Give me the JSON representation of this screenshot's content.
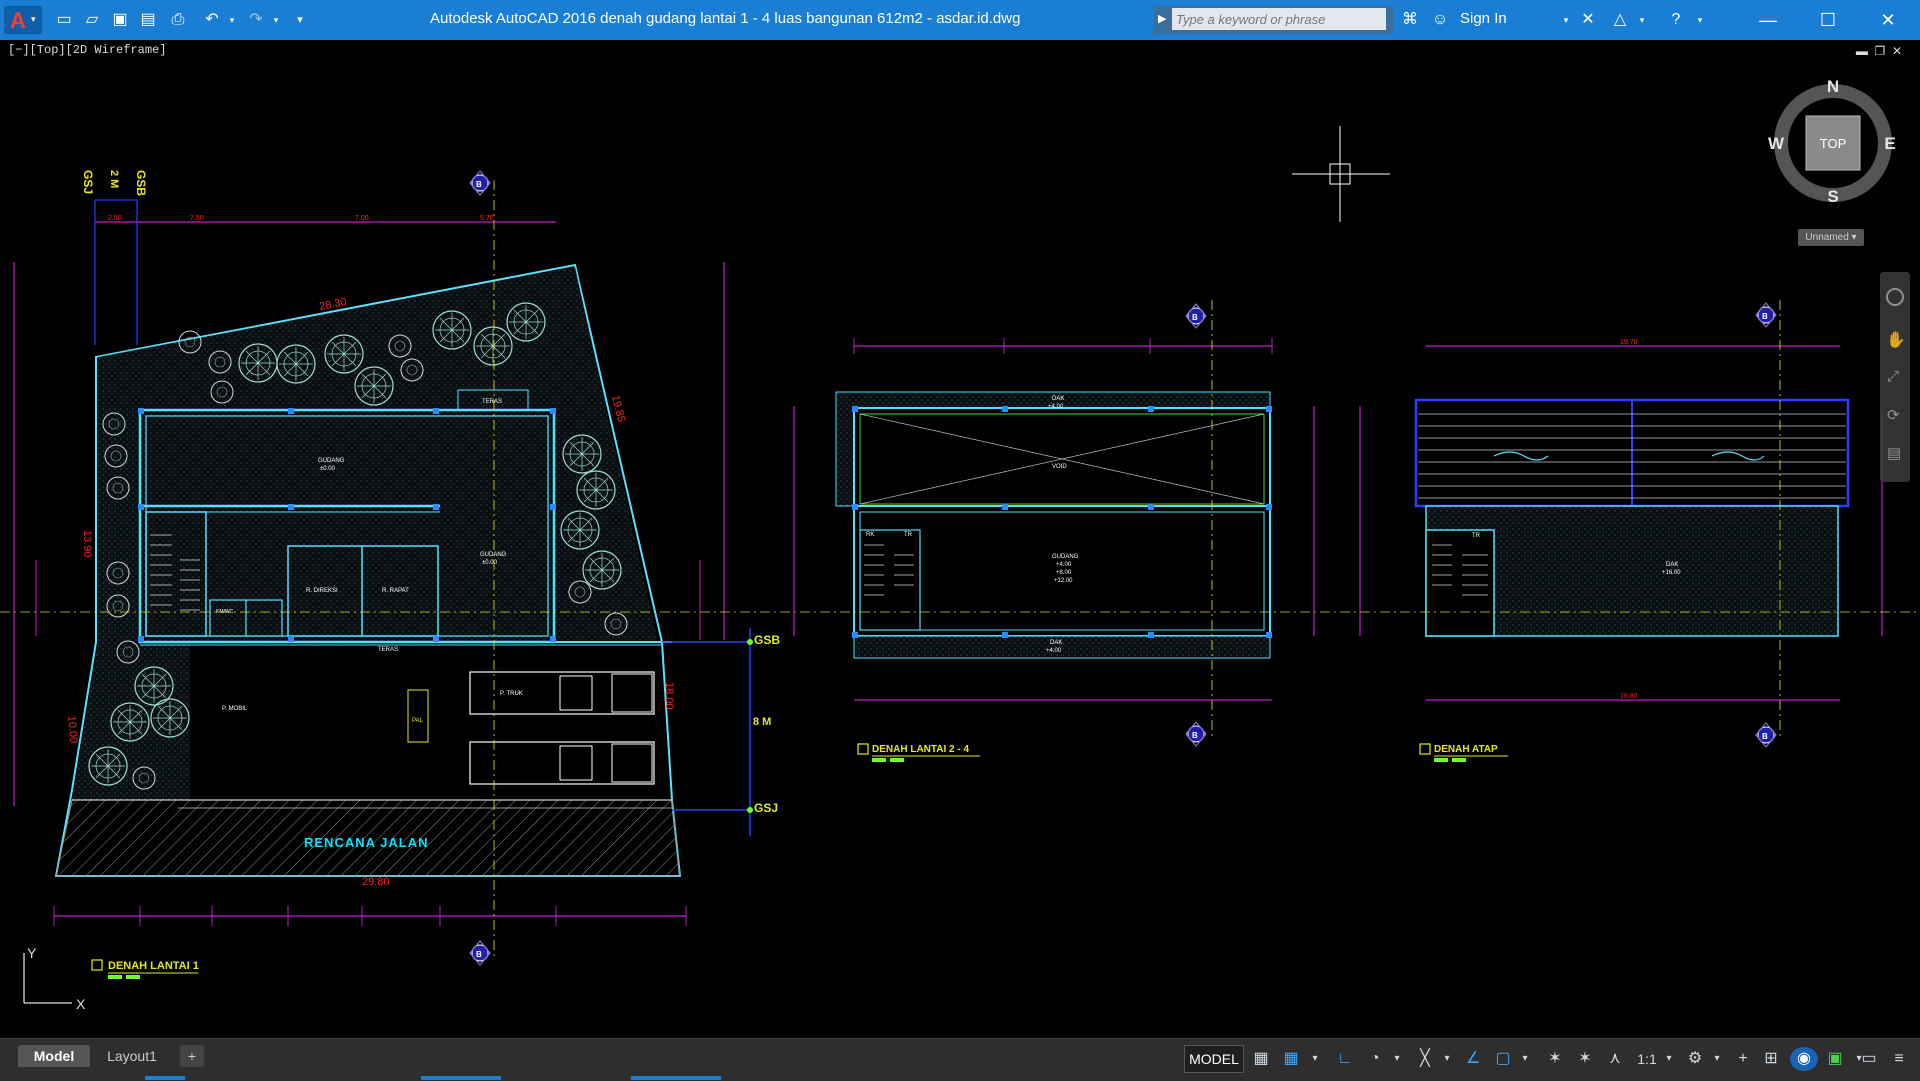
{
  "app": {
    "title": "Autodesk AutoCAD 2016      denah gudang lantai 1 - 4 luas bangunan 612m2 - asdar.id.dwg",
    "logo_letter": "A"
  },
  "search": {
    "placeholder": "Type a keyword or phrase"
  },
  "user": {
    "signin_label": "Sign In"
  },
  "viewport": {
    "label": "[−][Top][2D Wireframe]"
  },
  "viewcube": {
    "north": "N",
    "south": "S",
    "east": "E",
    "west": "W",
    "face": "TOP",
    "ucs_name": "Unnamed"
  },
  "ucs": {
    "x": "X",
    "y": "Y"
  },
  "tabs": {
    "model": "Model",
    "layout1": "Layout1",
    "add": "+"
  },
  "status": {
    "model_label": "MODEL",
    "scale": "1:1"
  },
  "colors": {
    "titlebar": "#1a7ed4",
    "cyan": "#00e5ff",
    "magenta": "#c01fc8",
    "red": "#ff2020",
    "green": "#6dff2e",
    "yellow": "#e8e81a",
    "wall": "#4fe0ff"
  },
  "drawing": {
    "plan1": {
      "title": "DENAH LANTAI 1",
      "road": "RENCANA JALAN",
      "labels": {
        "gudang_a": "GUDANG",
        "gudang_a_elev": "±0.00",
        "gudang_b": "GUDANG",
        "gudang_b_elev": "±0.00",
        "direksi": "R. DIREKSI",
        "rapat": "R. RAPAT",
        "teras_top": "TERAS",
        "teras_bottom": "TERAS",
        "truk": "P. TRUK",
        "mobil": "P. MOBIL",
        "pal": "PAL",
        "kamar_mandi": "KM/WC",
        "gsb": "GSB",
        "gsj": "GSJ",
        "gsb_top": "GSB",
        "gsj_top": "GSJ",
        "width_top": "2 M",
        "setback": "8 M",
        "dim_29": "29.80",
        "dim_28": "28.30",
        "dim_19": "19.85",
        "dim_13": "13.90",
        "dim_10": "10.00",
        "dim_18": "18.00",
        "bay_a": "7.50",
        "bay_b": "7.00",
        "bay_c": "5.70",
        "bay_d": "2.50"
      }
    },
    "plan2": {
      "title": "DENAH LANTAI 2 - 4",
      "labels": {
        "dak_top": "DAK",
        "dak_top_elev": "+4.00",
        "void": "VOID",
        "gudang": "GUDANG",
        "elev1": "+4.00",
        "elev2": "+8.00",
        "elev3": "+12.00",
        "dak_bottom": "DAK",
        "dak_bottom_elev": "+4.00",
        "rk": "RK",
        "tr": "TR"
      }
    },
    "plan3": {
      "title": "DENAH ATAP",
      "labels": {
        "dak": "DAK",
        "dak_elev": "+16.00",
        "tr": "TR",
        "dim_total": "19.70",
        "dim_bottom": "16.80"
      }
    },
    "axis_marker": "B"
  }
}
